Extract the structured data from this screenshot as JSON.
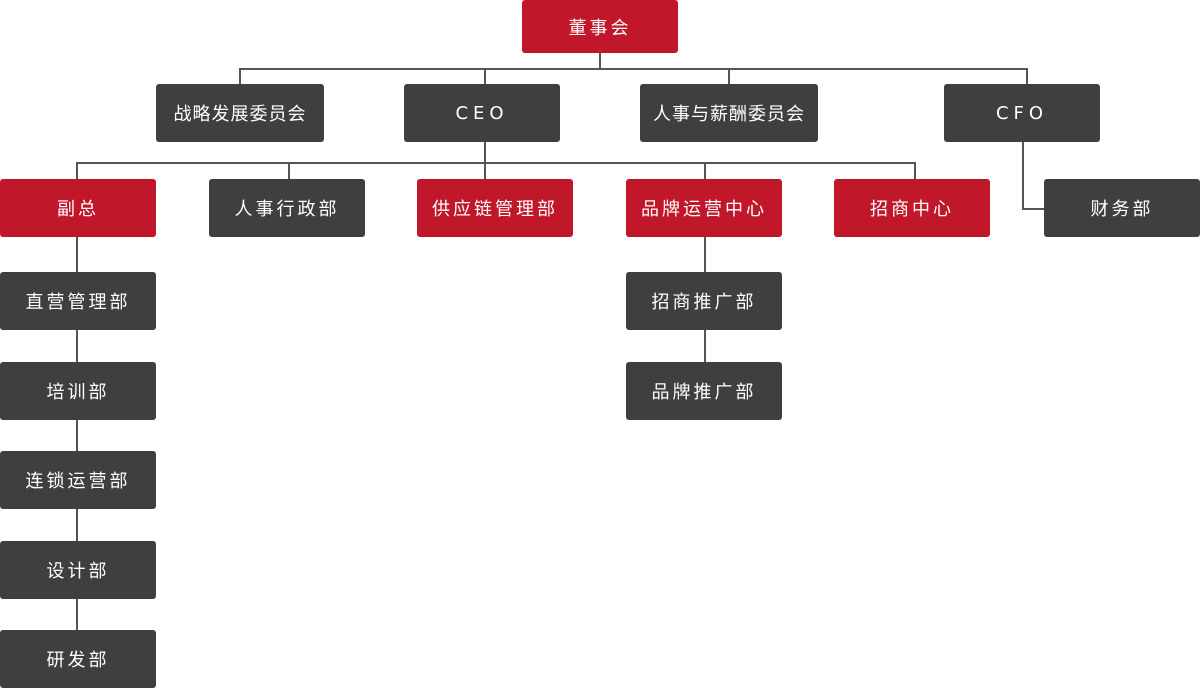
{
  "colors": {
    "highlight": "#c0172b",
    "standard": "#3f3f3f",
    "line": "#555555",
    "text": "#ffffff"
  },
  "org": {
    "board": "董事会",
    "strategy_committee": "战略发展委员会",
    "ceo": "CEO",
    "hr_comp_committee": "人事与薪酬委员会",
    "cfo": "CFO",
    "vp": "副总",
    "hr_admin": "人事行政部",
    "supply_chain": "供应链管理部",
    "brand_ops_center": "品牌运营中心",
    "franchise_center": "招商中心",
    "finance": "财务部",
    "direct_store_mgmt": "直营管理部",
    "training": "培训部",
    "chain_ops": "连锁运营部",
    "design": "设计部",
    "rnd": "研发部",
    "franchise_promo": "招商推广部",
    "brand_promo": "品牌推广部"
  }
}
